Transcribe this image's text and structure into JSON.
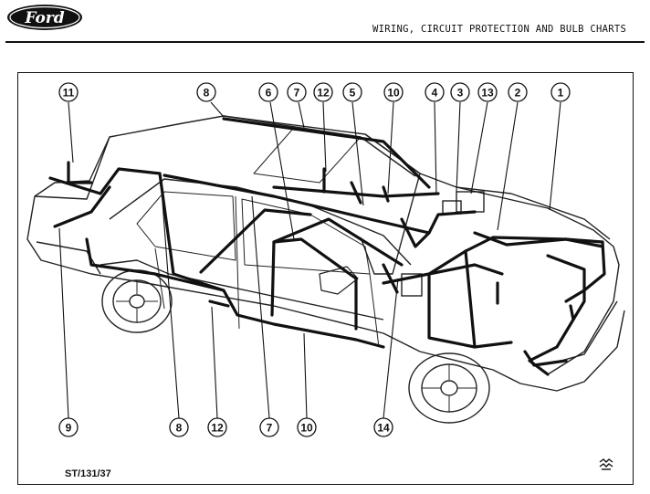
{
  "header": {
    "logo_text": "Ford",
    "title": "WIRING, CIRCUIT PROTECTION AND BULB CHARTS"
  },
  "diagram": {
    "figure_ref": "ST/131/37",
    "callouts_top": [
      "11",
      "8",
      "6",
      "7",
      "12",
      "5",
      "10",
      "4",
      "3",
      "13",
      "2",
      "1"
    ],
    "callouts_bottom": [
      "9",
      "8",
      "12",
      "7",
      "10",
      "14"
    ]
  },
  "colors": {
    "ink": "#111111",
    "paper": "#ffffff"
  }
}
